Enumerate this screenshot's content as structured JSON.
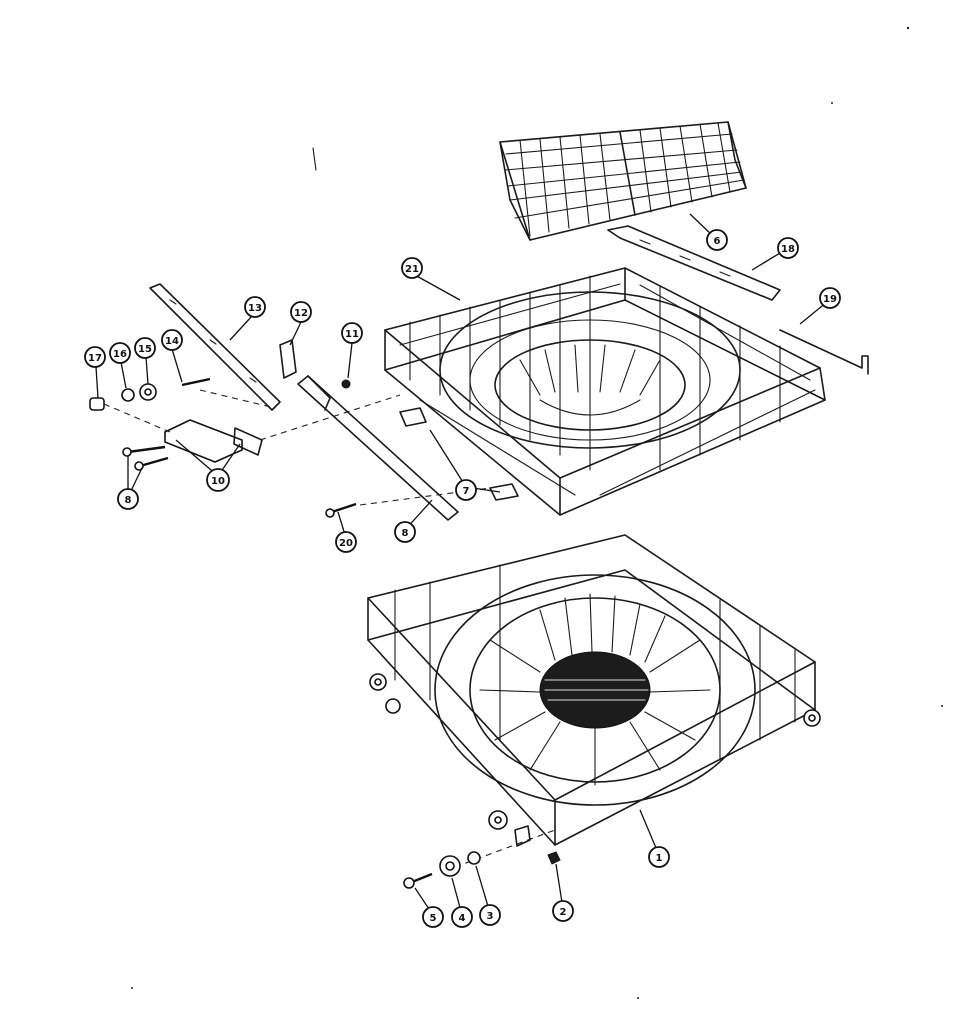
{
  "callouts": [
    {
      "id": "c1",
      "label": "1"
    },
    {
      "id": "c2",
      "label": "2"
    },
    {
      "id": "c3",
      "label": "3"
    },
    {
      "id": "c4",
      "label": "4"
    },
    {
      "id": "c5",
      "label": "5"
    },
    {
      "id": "c6",
      "label": "6"
    },
    {
      "id": "c7",
      "label": "7"
    },
    {
      "id": "c8a",
      "label": "8"
    },
    {
      "id": "c8b",
      "label": "8"
    },
    {
      "id": "c10",
      "label": "10"
    },
    {
      "id": "c11",
      "label": "11"
    },
    {
      "id": "c12",
      "label": "12"
    },
    {
      "id": "c13",
      "label": "13"
    },
    {
      "id": "c14",
      "label": "14"
    },
    {
      "id": "c15",
      "label": "15"
    },
    {
      "id": "c16",
      "label": "16"
    },
    {
      "id": "c17",
      "label": "17"
    },
    {
      "id": "c18",
      "label": "18"
    },
    {
      "id": "c19",
      "label": "19"
    },
    {
      "id": "c20",
      "label": "20"
    },
    {
      "id": "c21",
      "label": "21"
    }
  ]
}
